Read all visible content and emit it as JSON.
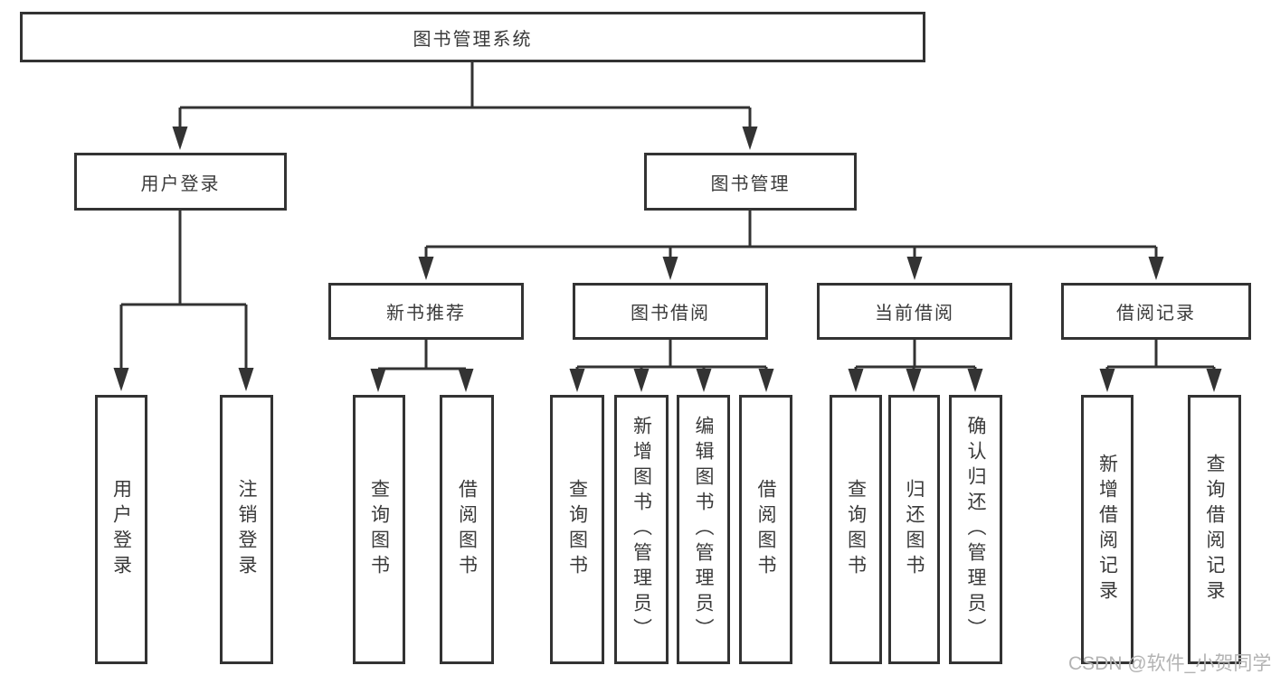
{
  "nodes": {
    "root": "图书管理系统",
    "user_login": "用户登录",
    "book_mgmt": "图书管理",
    "new_book": "新书推荐",
    "book_borrow": "图书借阅",
    "current_borrow": "当前借阅",
    "borrow_record": "借阅记录"
  },
  "leaves": {
    "user_login": [
      "用户登录",
      "注销登录"
    ],
    "new_book": [
      "查询图书",
      "借阅图书"
    ],
    "book_borrow": [
      "查询图书",
      "新增图书（管理员）",
      "编辑图书（管理员）",
      "借阅图书"
    ],
    "current_borrow": [
      "查询图书",
      "归还图书",
      "确认归还（管理员）"
    ],
    "borrow_record": [
      "新增借阅记录",
      "查询借阅记录"
    ]
  },
  "watermark": {
    "text": "CSDN @软件_小贺同学"
  },
  "colors": {
    "line": "#333333",
    "text": "#3a3a3a",
    "watermark": "#b3b3b3",
    "background": "#ffffff"
  }
}
